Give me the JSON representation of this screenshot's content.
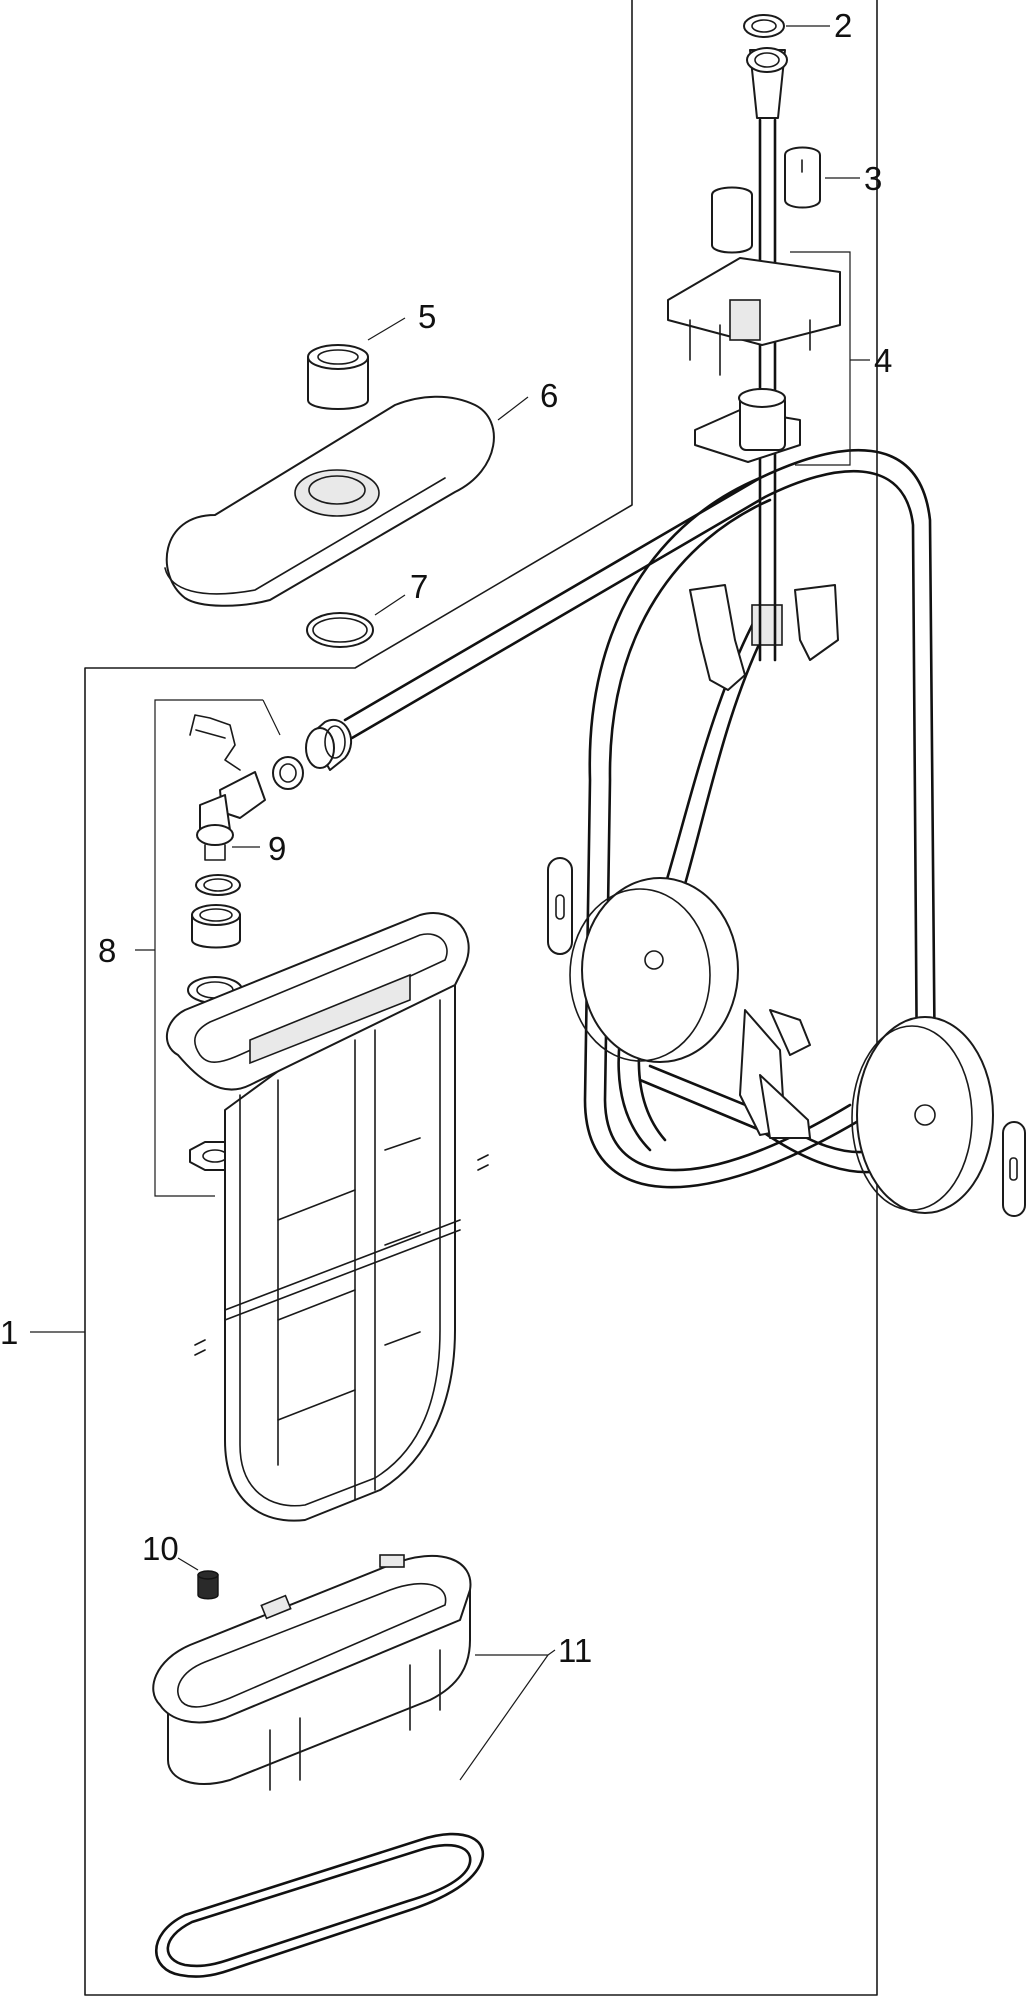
{
  "diagram": {
    "callouts": [
      {
        "id": "1",
        "text": "1"
      },
      {
        "id": "2",
        "text": "2"
      },
      {
        "id": "3",
        "text": "3"
      },
      {
        "id": "4",
        "text": "4"
      },
      {
        "id": "5",
        "text": "5"
      },
      {
        "id": "6",
        "text": "6"
      },
      {
        "id": "7",
        "text": "7"
      },
      {
        "id": "8",
        "text": "8"
      },
      {
        "id": "9",
        "text": "9"
      },
      {
        "id": "10",
        "text": "10"
      },
      {
        "id": "11",
        "text": "11"
      }
    ]
  }
}
